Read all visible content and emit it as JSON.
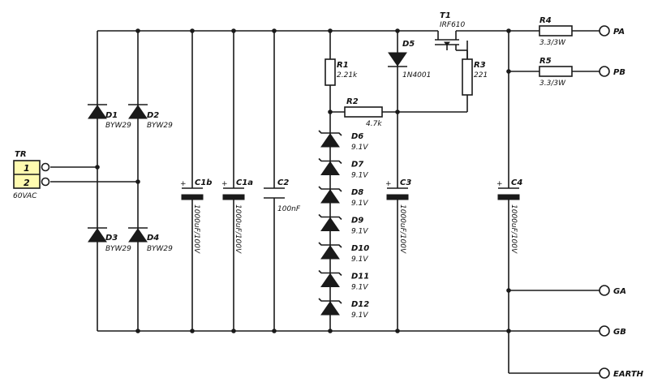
{
  "transformer": {
    "ref": "TR",
    "pin1": "1",
    "pin2": "2",
    "rating": "60VAC"
  },
  "diodes": {
    "d1": {
      "ref": "D1",
      "value": "BYW29"
    },
    "d2": {
      "ref": "D2",
      "value": "BYW29"
    },
    "d3": {
      "ref": "D3",
      "value": "BYW29"
    },
    "d4": {
      "ref": "D4",
      "value": "BYW29"
    },
    "d5": {
      "ref": "D5",
      "value": "1N4001"
    }
  },
  "zeners": [
    {
      "ref": "D6",
      "value": "9.1V"
    },
    {
      "ref": "D7",
      "value": "9.1V"
    },
    {
      "ref": "D8",
      "value": "9.1V"
    },
    {
      "ref": "D9",
      "value": "9.1V"
    },
    {
      "ref": "D10",
      "value": "9.1V"
    },
    {
      "ref": "D11",
      "value": "9.1V"
    },
    {
      "ref": "D12",
      "value": "9.1V"
    }
  ],
  "capacitors": {
    "c1b": {
      "ref": "C1b",
      "value": "1000uF/100V",
      "plus": "+"
    },
    "c1a": {
      "ref": "C1a",
      "value": "1000uF/100V",
      "plus": "+"
    },
    "c2": {
      "ref": "C2",
      "value": "100nF"
    },
    "c3": {
      "ref": "C3",
      "value": "1000uF/100V",
      "plus": "+"
    },
    "c4": {
      "ref": "C4",
      "value": "1000uF/100V",
      "plus": "+"
    }
  },
  "resistors": {
    "r1": {
      "ref": "R1",
      "value": "2.21k"
    },
    "r2": {
      "ref": "R2",
      "value": "4.7k"
    },
    "r3": {
      "ref": "R3",
      "value": "221"
    },
    "r4": {
      "ref": "R4",
      "value": "3.3/3W"
    },
    "r5": {
      "ref": "R5",
      "value": "3.3/3W"
    }
  },
  "transistor": {
    "ref": "T1",
    "value": "IRF610"
  },
  "terminals": {
    "pa": "PA",
    "pb": "PB",
    "ga": "GA",
    "gb": "GB",
    "earth": "EARTH"
  }
}
